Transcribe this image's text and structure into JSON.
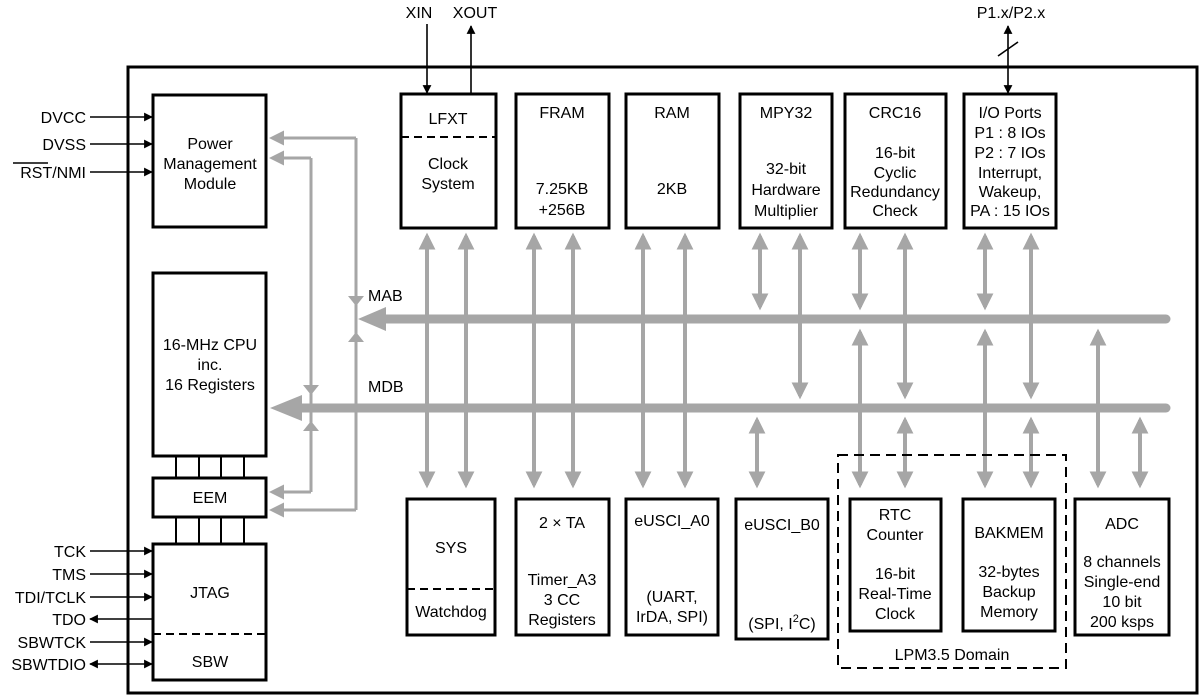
{
  "signals": {
    "xin": "XIN",
    "xout": "XOUT",
    "p1p2": "P1.x/P2.x",
    "dvcc": "DVCC",
    "dvss": "DVSS",
    "rst_bar": "RST",
    "rst_rest": "/NMI",
    "tck": "TCK",
    "tms": "TMS",
    "tdi": "TDI/TCLK",
    "tdo": "TDO",
    "sbwtck": "SBWTCK",
    "sbwtdio": "SBWTDIO"
  },
  "buses": {
    "mab": "MAB",
    "mdb": "MDB"
  },
  "blocks": {
    "pmm": [
      "Power",
      "Management",
      "Module"
    ],
    "cpu": [
      "16-MHz CPU",
      "inc.",
      "16 Registers"
    ],
    "eem": "EEM",
    "jtag": "JTAG",
    "sbw": "SBW",
    "lfxt": "LFXT",
    "clock": [
      "Clock",
      "System"
    ],
    "fram_title": "FRAM",
    "fram_body": [
      "7.25KB",
      "+256B"
    ],
    "ram_title": "RAM",
    "ram_body": "2KB",
    "mpy_title": "MPY32",
    "mpy_body": [
      "32-bit",
      "Hardware",
      "Multiplier"
    ],
    "crc_title": "CRC16",
    "crc_body": [
      "16-bit",
      "Cyclic",
      "Redundancy",
      "Check"
    ],
    "io": [
      "I/O Ports",
      "P1 : 8 IOs",
      "P2 : 7 IOs",
      "Interrupt,",
      "Wakeup,",
      "PA : 15 IOs"
    ],
    "sys": "SYS",
    "wdt": "Watchdog",
    "ta_title": "2 × TA",
    "ta_body": [
      "Timer_A3",
      "3 CC",
      "Registers"
    ],
    "ua0_title": "eUSCI_A0",
    "ua0_body": [
      "(UART,",
      "IrDA, SPI)"
    ],
    "ub0_title": "eUSCI_B0",
    "ub0_pre": "(SPI, I",
    "ub0_sup": "2",
    "ub0_post": "C)",
    "rtc_title": [
      "RTC",
      "Counter"
    ],
    "rtc_body": [
      "16-bit",
      "Real-Time",
      "Clock"
    ],
    "bak_title": "BAKMEM",
    "bak_body": [
      "32-bytes",
      "Backup",
      "Memory"
    ],
    "adc_title": "ADC",
    "adc_body": [
      "8 channels",
      "Single-end",
      "10 bit",
      "200 ksps"
    ],
    "lpm": "LPM3.5 Domain"
  },
  "colors": {
    "bus_gray": "#a6a6a6",
    "line": "#000000",
    "background": "#ffffff"
  }
}
